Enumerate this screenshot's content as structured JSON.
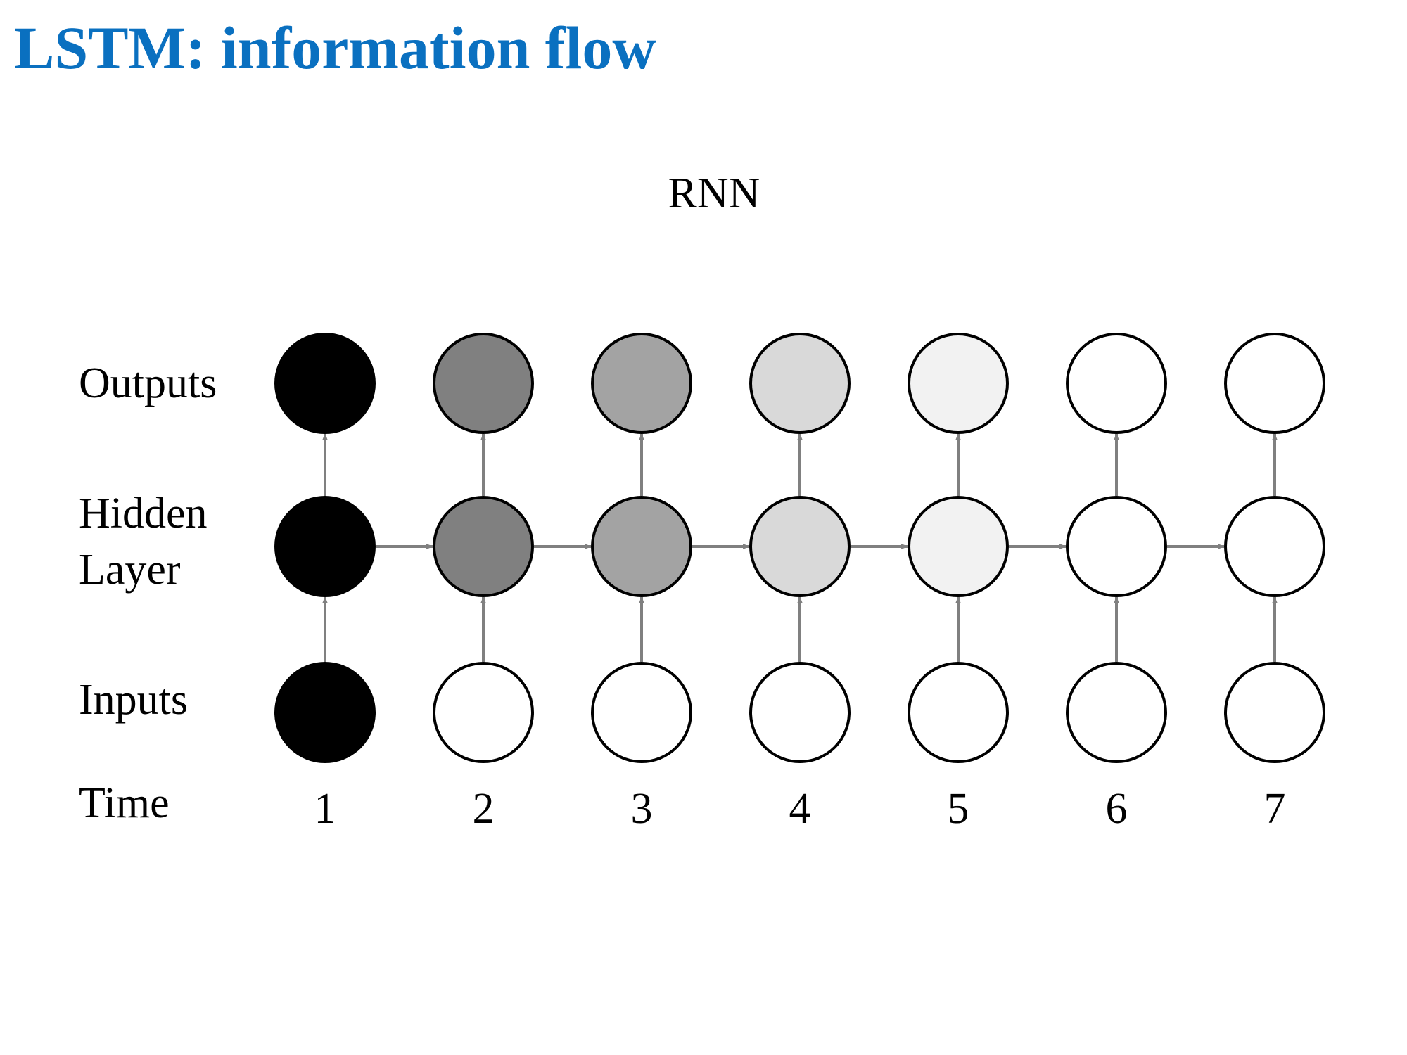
{
  "title": "LSTM: information flow",
  "diagram": {
    "caption": "RNN",
    "row_labels": {
      "outputs": "Outputs",
      "hidden_line1": "Hidden",
      "hidden_line2": "Layer",
      "inputs": "Inputs",
      "time": "Time"
    },
    "time_steps": [
      "1",
      "2",
      "3",
      "4",
      "5",
      "6",
      "7"
    ],
    "output_fills": [
      "#000000",
      "#808080",
      "#a3a3a3",
      "#d9d9d9",
      "#f2f2f2",
      "#ffffff",
      "#ffffff"
    ],
    "hidden_fills": [
      "#000000",
      "#808080",
      "#a3a3a3",
      "#d9d9d9",
      "#f2f2f2",
      "#ffffff",
      "#ffffff"
    ],
    "input_fills": [
      "#000000",
      "#ffffff",
      "#ffffff",
      "#ffffff",
      "#ffffff",
      "#ffffff",
      "#ffffff"
    ],
    "colors": {
      "title": "#0a70c0",
      "arrow": "#808080",
      "node_stroke": "#000000"
    }
  }
}
